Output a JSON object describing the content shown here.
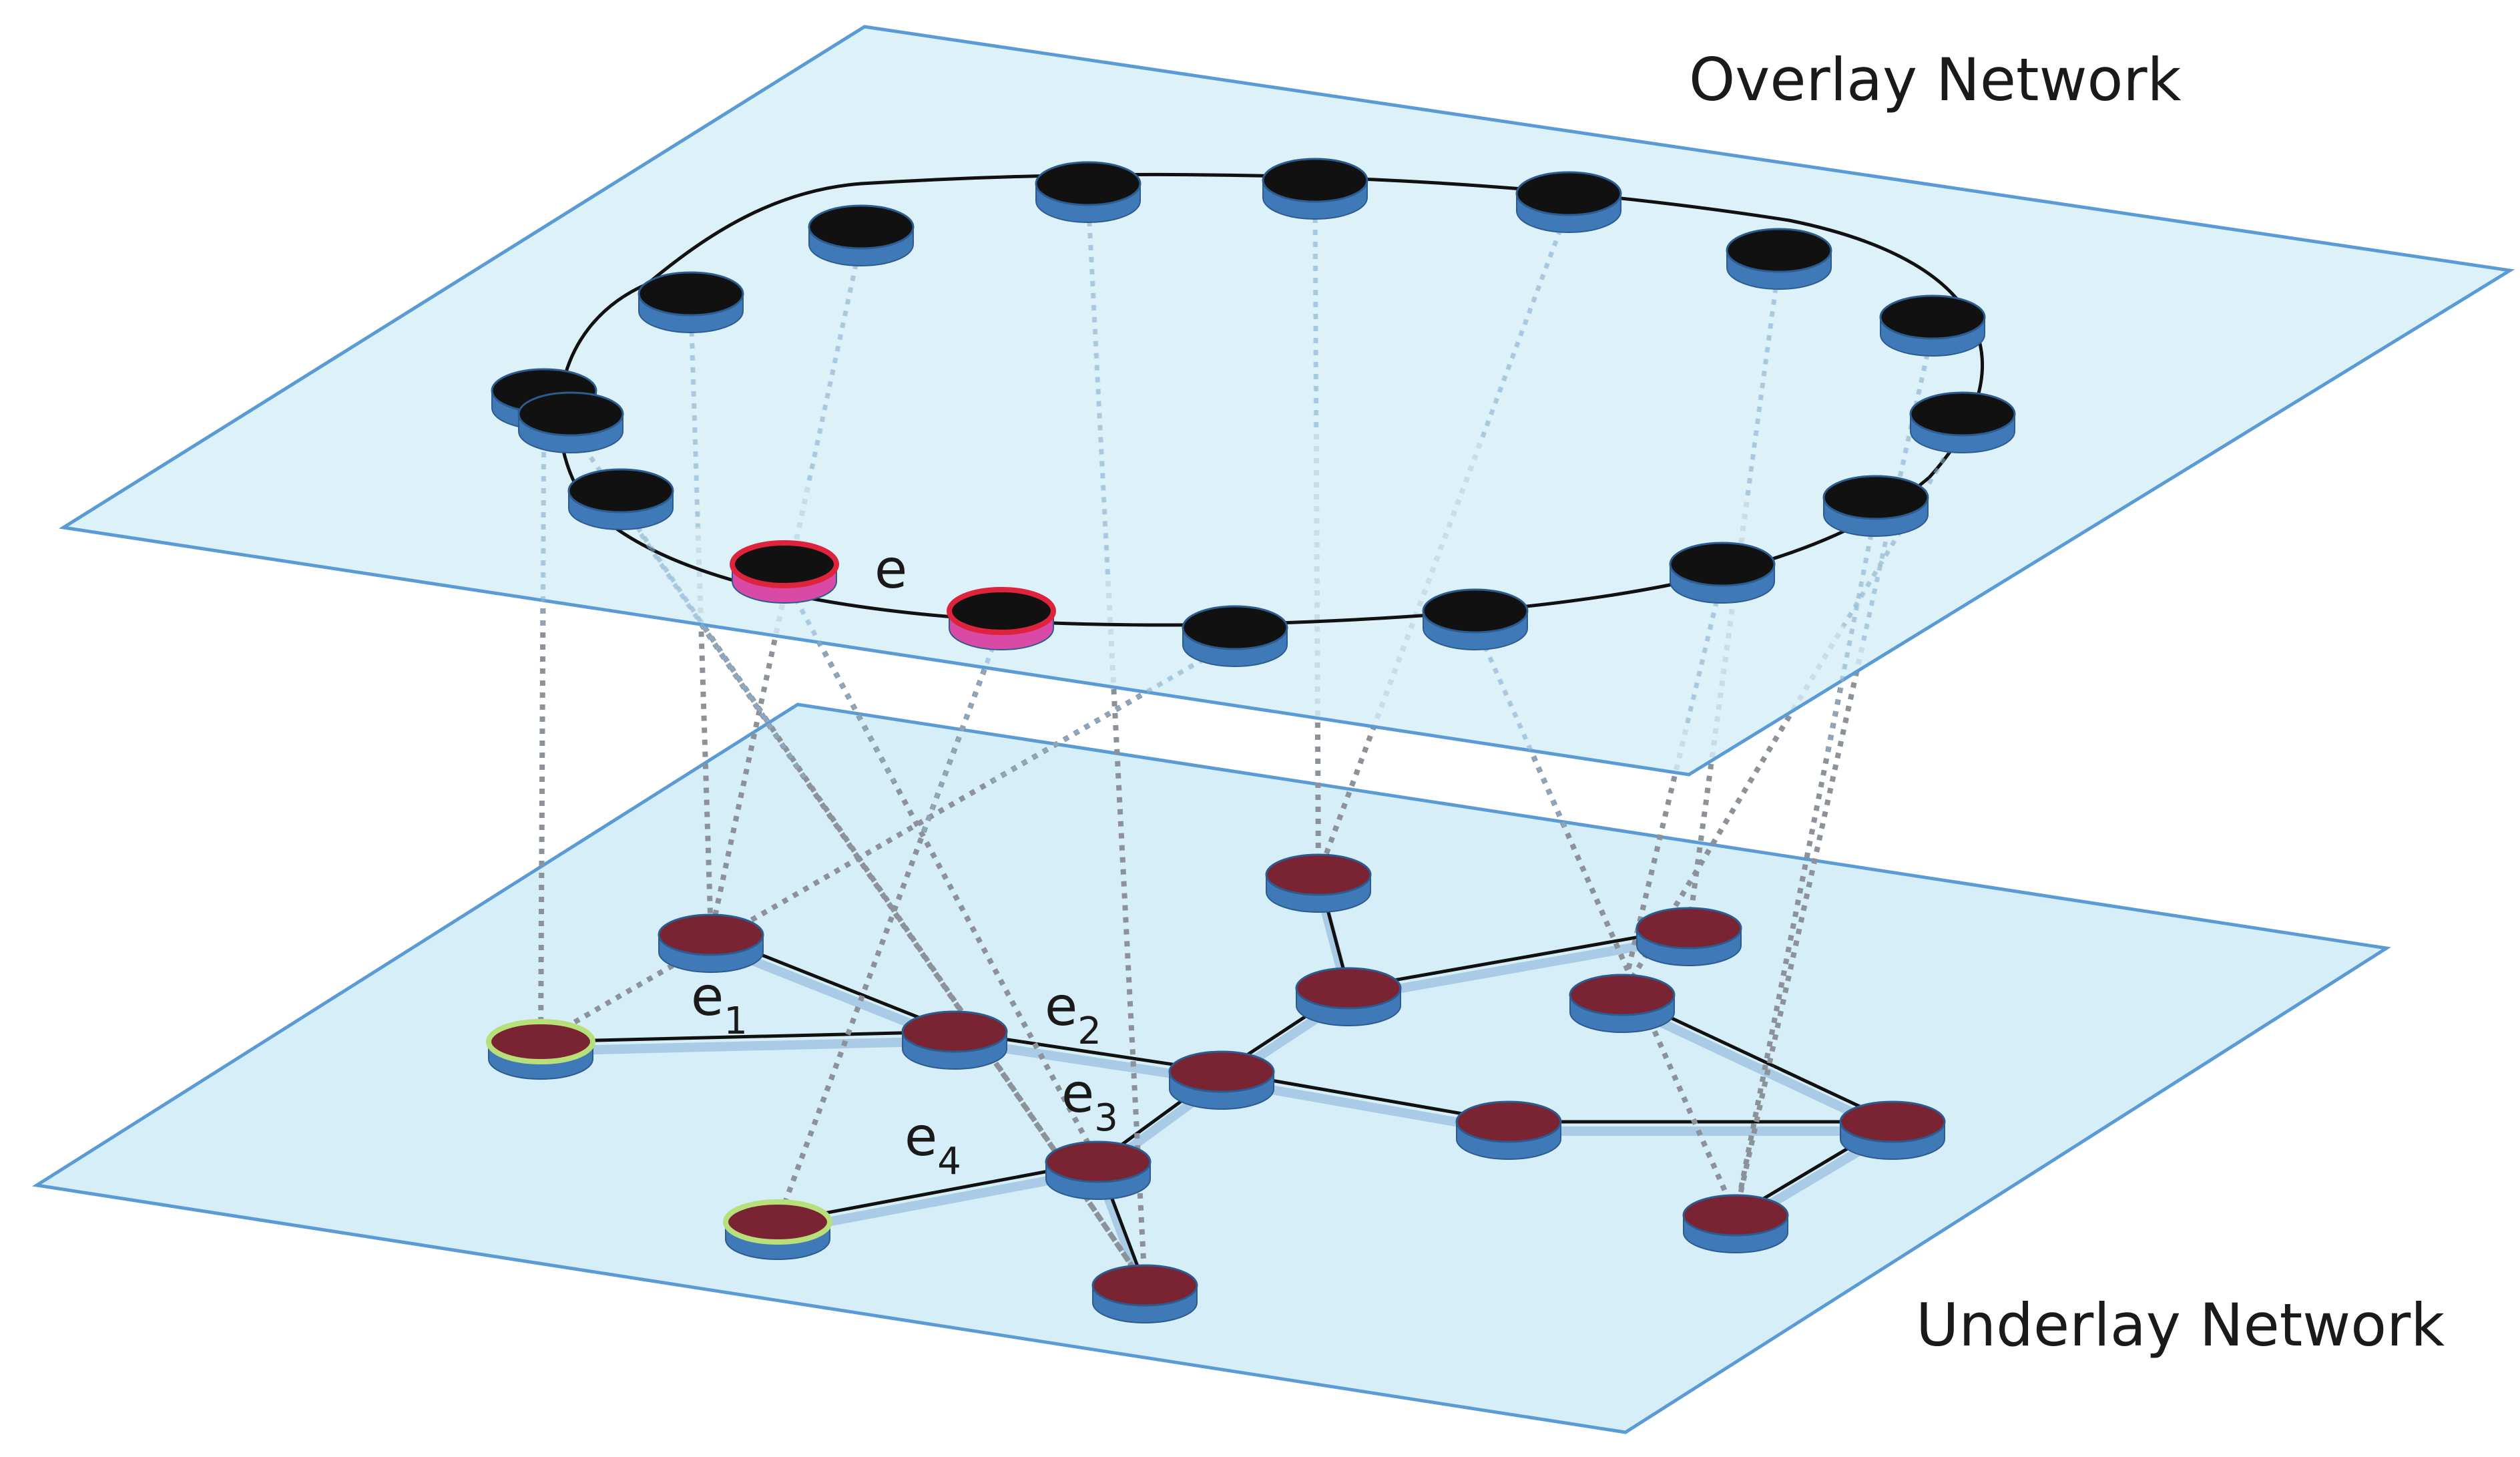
{
  "labels": {
    "overlay_title": "Overlay Network",
    "underlay_title": "Underlay Network",
    "overlay_edge": "e",
    "underlay_edges": [
      {
        "main": "e",
        "sub": "1"
      },
      {
        "main": "e",
        "sub": "2"
      },
      {
        "main": "e",
        "sub": "3"
      },
      {
        "main": "e",
        "sub": "4"
      }
    ]
  },
  "colors": {
    "plane_fill": "#d6eef8",
    "plane_stroke": "#5b9bd5",
    "overlay_node_top": "#111111",
    "node_side": "#3f79b8",
    "underlay_node_top": "#7a2433",
    "highlight_overlay_ring": "#e0233c",
    "highlight_overlay_side": "#d84aa6",
    "highlight_underlay_ring": "#b8e07a",
    "mapping_line": "#8c9299",
    "edge_line": "#111111"
  },
  "overlay_nodes": [
    {
      "id": "o1",
      "highlight": false
    },
    {
      "id": "o2",
      "highlight": false
    },
    {
      "id": "o3",
      "highlight": false
    },
    {
      "id": "o4",
      "highlight": false
    },
    {
      "id": "o5",
      "highlight": false
    },
    {
      "id": "o6",
      "highlight": false
    },
    {
      "id": "o7",
      "highlight": false
    },
    {
      "id": "o8",
      "highlight": false
    },
    {
      "id": "o9",
      "highlight": false
    },
    {
      "id": "o10",
      "highlight": false
    },
    {
      "id": "o11",
      "highlight": false
    },
    {
      "id": "o12",
      "highlight": false
    },
    {
      "id": "o13",
      "highlight": false
    },
    {
      "id": "o14",
      "highlight": true
    },
    {
      "id": "o15",
      "highlight": true
    },
    {
      "id": "o16",
      "highlight": false
    },
    {
      "id": "o17",
      "highlight": false
    }
  ],
  "underlay_nodes": [
    {
      "id": "u1",
      "highlight": false
    },
    {
      "id": "u2",
      "highlight": true
    },
    {
      "id": "u3",
      "highlight": false
    },
    {
      "id": "u4",
      "highlight": false
    },
    {
      "id": "u5",
      "highlight": false
    },
    {
      "id": "u6",
      "highlight": false
    },
    {
      "id": "u7",
      "highlight": false
    },
    {
      "id": "u8",
      "highlight": false
    },
    {
      "id": "u9",
      "highlight": true
    },
    {
      "id": "u10",
      "highlight": false
    },
    {
      "id": "u11",
      "highlight": false
    },
    {
      "id": "u12",
      "highlight": false
    },
    {
      "id": "u13",
      "highlight": false
    },
    {
      "id": "u14",
      "highlight": false
    }
  ],
  "underlay_edges": [
    [
      "u2",
      "u3"
    ],
    [
      "u1",
      "u3"
    ],
    [
      "u3",
      "u6"
    ],
    [
      "u4",
      "u5"
    ],
    [
      "u5",
      "u7"
    ],
    [
      "u5",
      "u6"
    ],
    [
      "u6",
      "u8"
    ],
    [
      "u8",
      "u11"
    ],
    [
      "u6",
      "u10"
    ],
    [
      "u9",
      "u10"
    ],
    [
      "u10",
      "u12"
    ],
    [
      "u11",
      "u13"
    ],
    [
      "u11",
      "u14"
    ]
  ],
  "mappings": [
    [
      "o1",
      "u2"
    ],
    [
      "o2",
      "u1"
    ],
    [
      "o3",
      "u1"
    ],
    [
      "o4",
      "u12"
    ],
    [
      "o5",
      "u4"
    ],
    [
      "o6",
      "u4"
    ],
    [
      "o7",
      "u7"
    ],
    [
      "o8",
      "u13"
    ],
    [
      "o9",
      "u14"
    ],
    [
      "o10",
      "u13"
    ],
    [
      "o11",
      "u14"
    ],
    [
      "o12",
      "u13"
    ],
    [
      "o13",
      "u2"
    ],
    [
      "o14",
      "u9"
    ],
    [
      "o15",
      "u10"
    ],
    [
      "o16",
      "u12"
    ],
    [
      "o17",
      "u12"
    ]
  ]
}
